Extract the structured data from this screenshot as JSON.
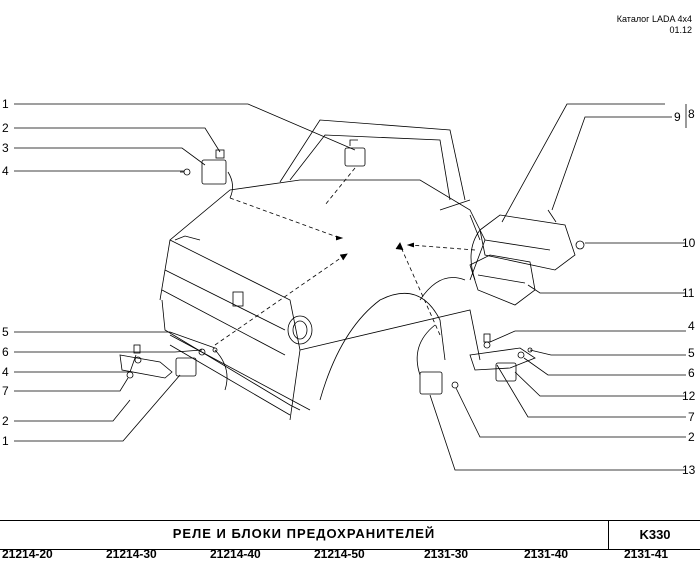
{
  "header": {
    "catalog": "Каталог LADA 4x4",
    "date": "01.12"
  },
  "callouts": {
    "left": [
      "1",
      "2",
      "3",
      "4",
      "5",
      "6",
      "4",
      "7",
      "2",
      "1"
    ],
    "right": [
      "9",
      "8",
      "10",
      "11",
      "4",
      "5",
      "6",
      "12",
      "7",
      "2",
      "13"
    ]
  },
  "title": {
    "text": "РЕЛЕ  И  БЛОКИ  ПРЕДОХРАНИТЕЛЕЙ",
    "code": "K330"
  },
  "models": [
    "21214-20",
    "21214-30",
    "21214-40",
    "21214-50",
    "2131-30",
    "2131-40",
    "2131-41"
  ]
}
